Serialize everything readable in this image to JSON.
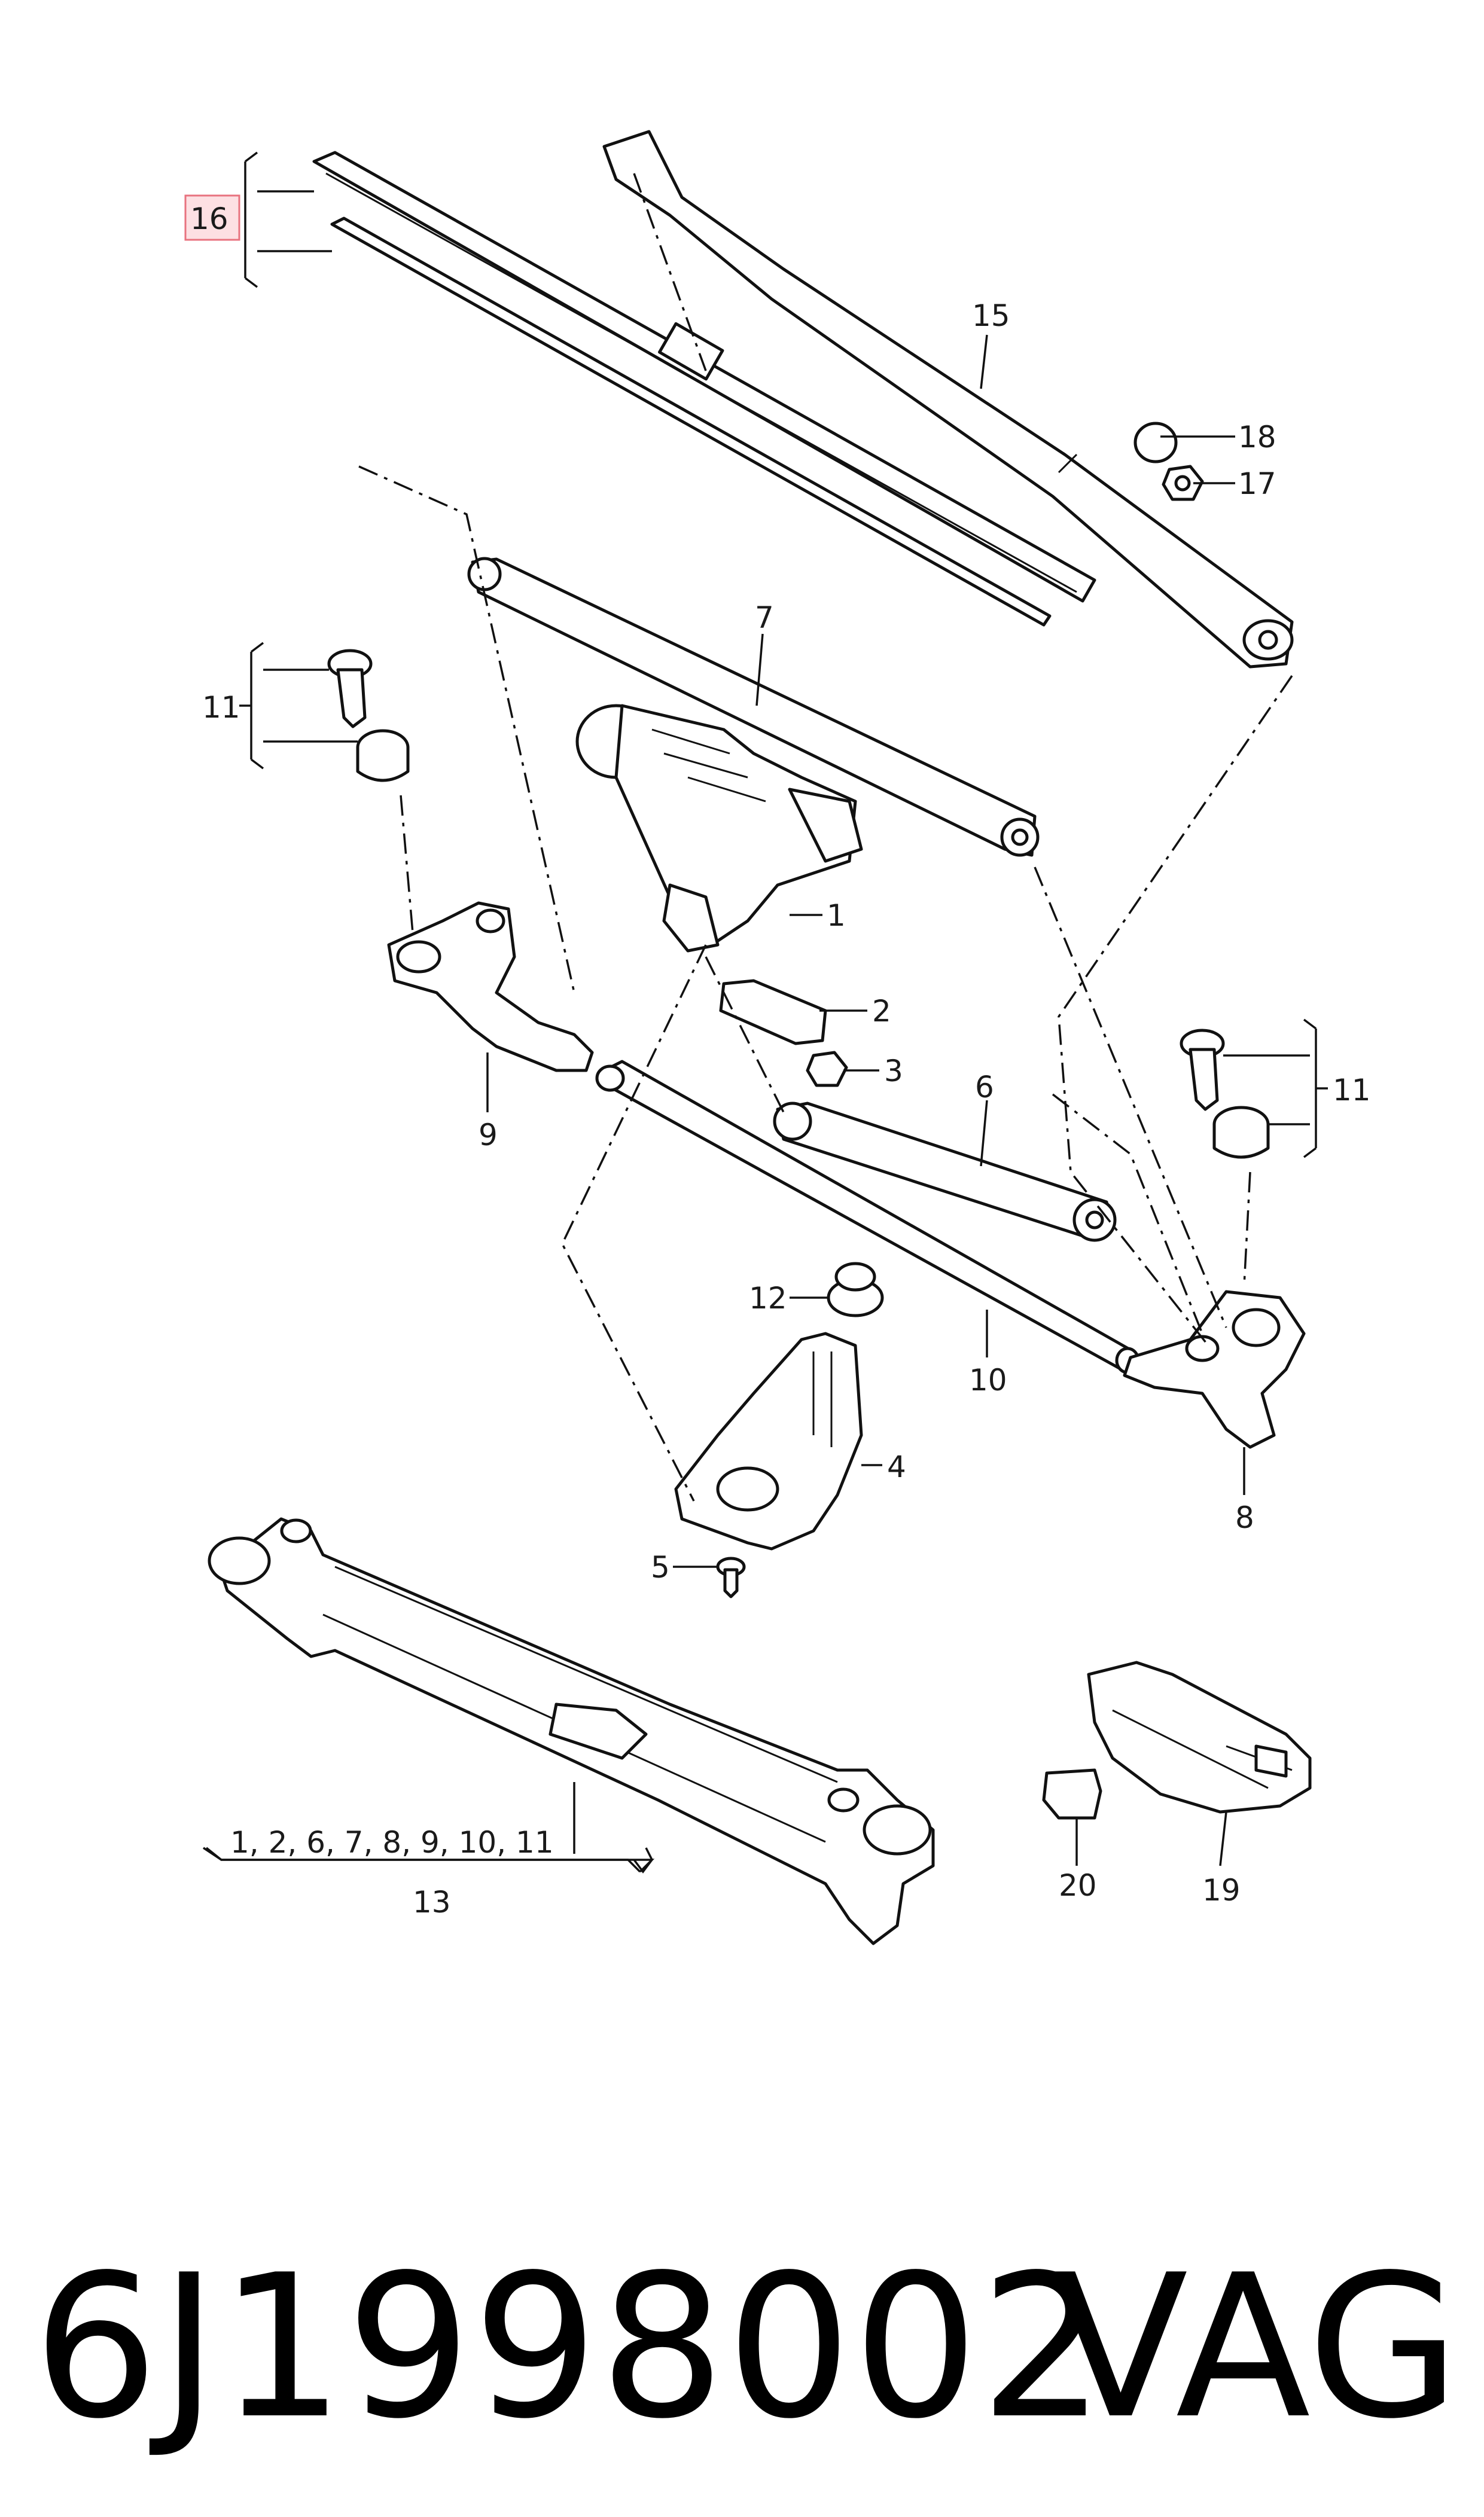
{
  "callouts": {
    "c1": "1",
    "c2": "2",
    "c3": "3",
    "c4": "4",
    "c5": "5",
    "c6": "6",
    "c7": "7",
    "c8": "8",
    "c9": "9",
    "c10": "10",
    "c11_left": "11",
    "c11_right": "11",
    "c12": "12",
    "c13": "13",
    "c15": "15",
    "c16": "16",
    "c17": "17",
    "c18": "18",
    "c19": "19",
    "c20": "20",
    "c13_list": "1, 2, 6, 7, 8, 9, 10, 11"
  },
  "highlight": {
    "callout": "16",
    "color": "#e8737f"
  },
  "footer": {
    "part_number": "6J1998002",
    "brand": "VAG"
  }
}
